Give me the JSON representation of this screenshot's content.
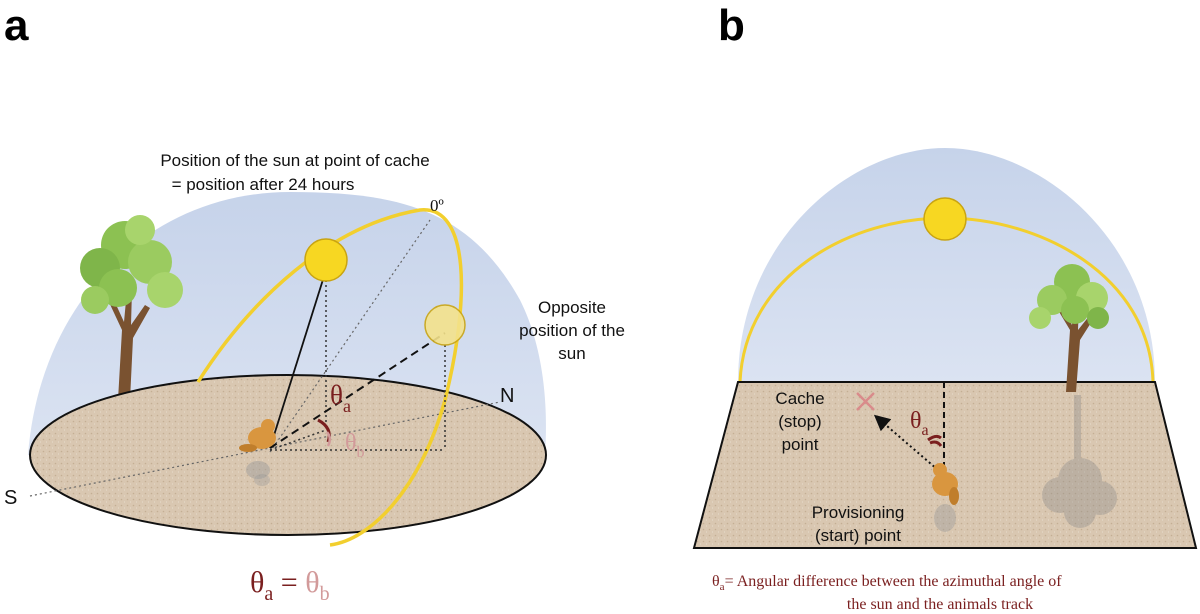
{
  "panel_a": {
    "letter": "a",
    "caption_line1": "Position of the sun at point of cache",
    "caption_line2": "= position after 24 hours",
    "zero_label": "0º",
    "opposite_line1": "Opposite",
    "opposite_line2": "position of the",
    "opposite_line3": "sun",
    "north": "N",
    "south": "S",
    "theta": "θ",
    "sub_a": "a",
    "sub_b": "b",
    "equals": " = "
  },
  "panel_b": {
    "letter": "b",
    "cache_line1": "Cache",
    "cache_line2": "(stop)",
    "cache_line3": "point",
    "prov_line1": "Provisioning",
    "prov_line2": "(start) point",
    "theta": "θ",
    "sub_a": "a",
    "caption_line1": "= Angular difference between the azimuthal angle of",
    "caption_line2": "the sun and the animals track"
  },
  "colors": {
    "sky": "#d2dcee",
    "ground": "#d9c7b1",
    "sun": "#f7d722",
    "sun_stroke": "#c9a412",
    "sun_path": "#f2cf2e",
    "theta_a": "#7a1f1f",
    "theta_b": "#d29a9a",
    "animal": "#d9963f",
    "tree_leaf": "#8cc152",
    "tree_trunk": "#7a5230"
  }
}
